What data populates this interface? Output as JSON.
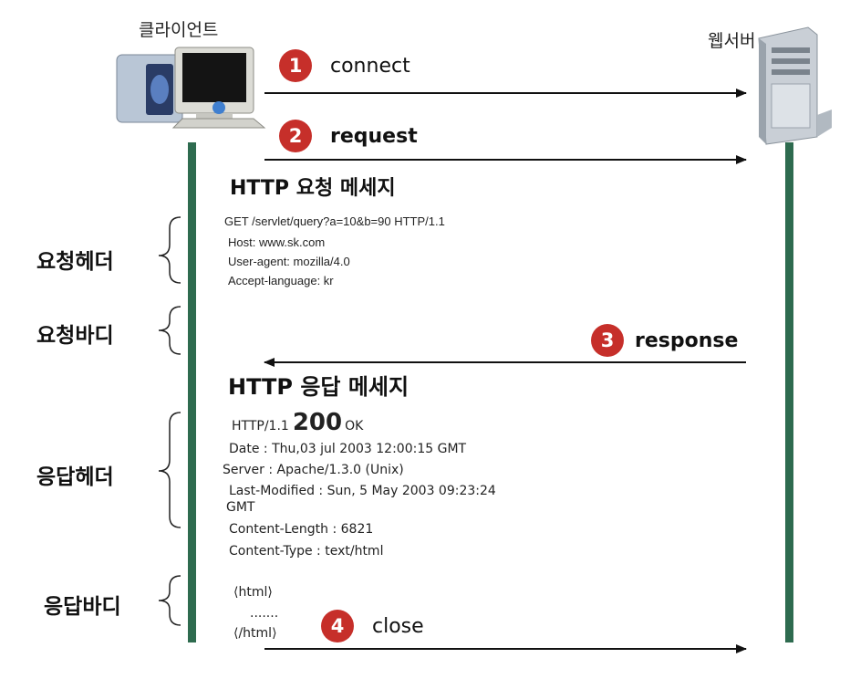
{
  "actors": {
    "client": {
      "label": "클라이언트",
      "icon": "desktop-computer-icon"
    },
    "server": {
      "label": "웹서버",
      "icon": "server-tower-icon"
    }
  },
  "colors": {
    "lifeline": "#2e6b4f",
    "step_badge": "#c62f2a",
    "arrow": "#111111"
  },
  "steps": [
    {
      "num": "1",
      "label": "connect"
    },
    {
      "num": "2",
      "label": "request"
    },
    {
      "num": "3",
      "label": "response"
    },
    {
      "num": "4",
      "label": "close"
    }
  ],
  "request_message": {
    "title": "HTTP 요청 메세지",
    "lines": [
      "GET /servlet/query?a=10&b=90 HTTP/1.1",
      "Host:  www.sk.com",
      "User-agent: mozilla/4.0",
      "Accept-language: kr"
    ]
  },
  "response_message": {
    "title": "HTTP 응답 메세지",
    "status": {
      "version": "HTTP/1.1",
      "code": "200",
      "text": "OK"
    },
    "lines": [
      "Date : Thu,03 jul 2003 12:00:15 GMT",
      "Server : Apache/1.3.0 (Unix)",
      "Last-Modified : Sun, 5 May 2003 09:23:24",
      "GMT",
      "Content-Length : 6821",
      "Content-Type : text/html"
    ],
    "body_lines": [
      "⟨html⟩",
      ".......",
      "⟨/html⟩"
    ]
  },
  "sections": {
    "req_header": "요청헤더",
    "req_body": "요청바디",
    "res_header": "응답헤더",
    "res_body": "응답바디"
  }
}
